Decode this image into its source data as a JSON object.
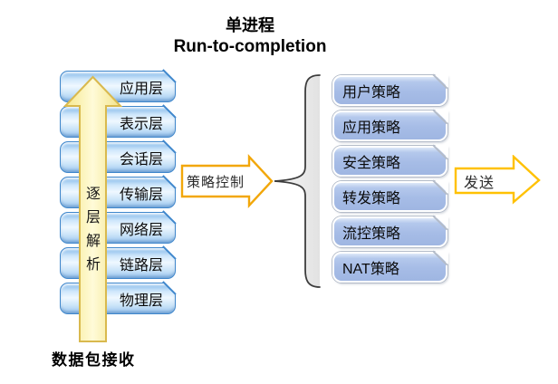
{
  "title": {
    "line1": "单进程",
    "line2": "Run-to-completion"
  },
  "left_stack": {
    "layers": [
      "应用层",
      "表示层",
      "会话层",
      "传输层",
      "网络层",
      "链路层",
      "物理层"
    ],
    "arrow_label": "逐层解析",
    "arrow_label_chars": [
      "逐",
      "层",
      "解",
      "析"
    ],
    "bottom_label": "数据包接收"
  },
  "policy_arrow": {
    "label": "策略控制"
  },
  "right_stack": {
    "policies": [
      "用户策略",
      "应用策略",
      "安全策略",
      "转发策略",
      "流控策略",
      "NAT策略"
    ]
  },
  "send_arrow": {
    "label": "发送"
  },
  "colors": {
    "layer_box_border": "#3f87cc",
    "layer_box_fill": "#cfe7fb",
    "policy_box_fill": "#a6bce6",
    "policy_box_outline": "#b4bcc9",
    "up_arrow_fill": "#fbf3a0",
    "up_arrow_border": "#d9b94e",
    "policy_arrow_border": "#f2a70a",
    "send_arrow_border": "#ffc103",
    "brace_fill": "#ececec",
    "brace_stroke": "#3d3d3d",
    "text": "#000000"
  }
}
